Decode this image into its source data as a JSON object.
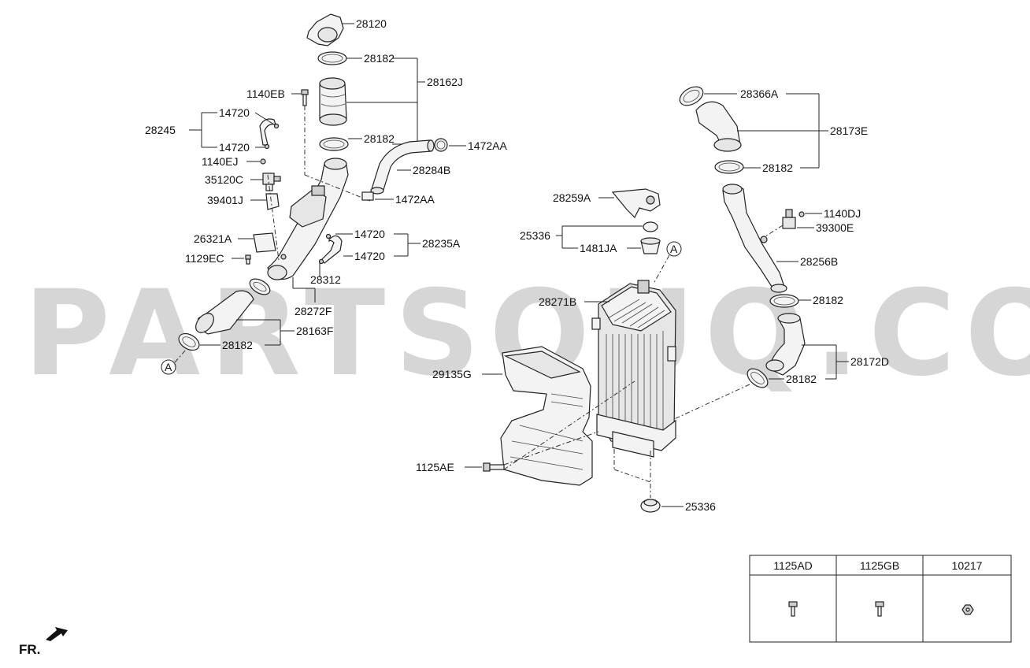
{
  "watermark": "PARTSOUQ.COM",
  "direction_label": "FR.",
  "callouts": {
    "ref_a": "A",
    "p28120": "28120",
    "p28182": "28182",
    "p28162J": "28162J",
    "p1140EB": "1140EB",
    "p14720": "14720",
    "p28245": "28245",
    "p1140EJ": "1140EJ",
    "p35120C": "35120C",
    "p39401J": "39401J",
    "p26321A": "26321A",
    "p1129EC": "1129EC",
    "p1472AA": "1472AA",
    "p28284B": "28284B",
    "p28235A": "28235A",
    "p28312": "28312",
    "p28272F": "28272F",
    "p28163F": "28163F",
    "p28259A": "28259A",
    "p25336": "25336",
    "p1481JA": "1481JA",
    "p28271B": "28271B",
    "p29135G": "29135G",
    "p1125AE": "1125AE",
    "p28366A": "28366A",
    "p28173E": "28173E",
    "p1140DJ": "1140DJ",
    "p39300E": "39300E",
    "p28256B": "28256B",
    "p28172D": "28172D"
  },
  "parts_table": {
    "columns": [
      "1125AD",
      "1125GB",
      "10217"
    ],
    "icons": [
      "bolt-icon",
      "bolt-icon",
      "nut-icon"
    ]
  }
}
